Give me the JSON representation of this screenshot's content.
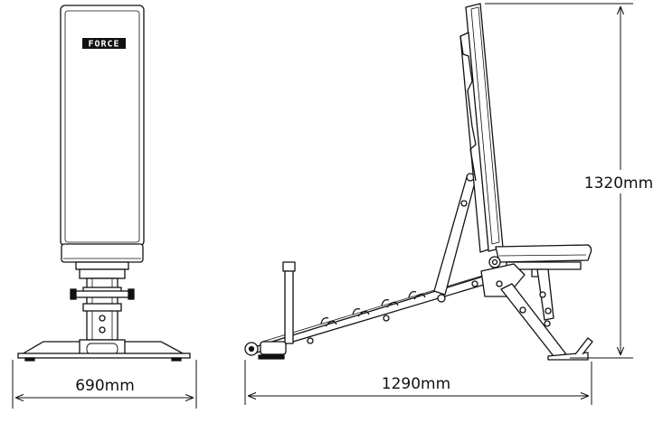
{
  "brand": "FORCE",
  "dimensions": {
    "width": "690mm",
    "length": "1290mm",
    "height": "1320mm"
  },
  "colors": {
    "line": "#111111",
    "fill": "#ffffff"
  }
}
